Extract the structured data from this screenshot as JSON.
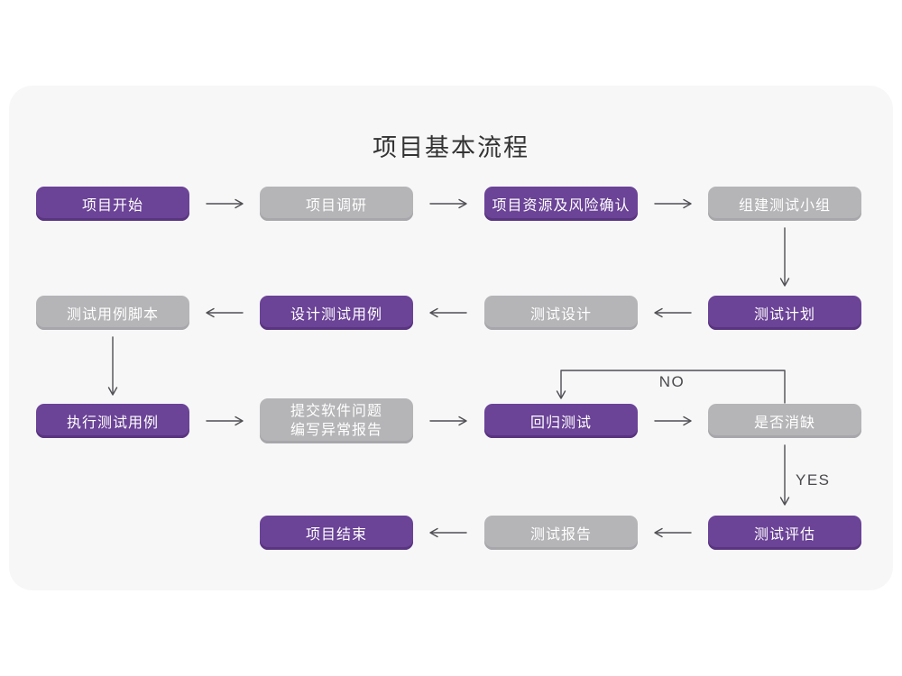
{
  "title": "项目基本流程",
  "decision_labels": {
    "no": "NO",
    "yes": "YES"
  },
  "colors": {
    "accent_purple": "#6B4397",
    "accent_purple_edge": "#59347F",
    "node_gray": "#B5B4B7",
    "node_gray_edge": "#A7A6AA",
    "card_bg": "#F7F7F8",
    "arrow": "#4F4F54",
    "title_text": "#333333",
    "node_text": "#FFFFFF"
  },
  "nodes": [
    {
      "label": "项目开始",
      "type": "purple"
    },
    {
      "label": "项目调研",
      "type": "gray"
    },
    {
      "label": "项目资源及风险确认",
      "type": "purple"
    },
    {
      "label": "组建测试小组",
      "type": "gray"
    },
    {
      "label": "测试用例脚本",
      "type": "gray"
    },
    {
      "label": "设计测试用例",
      "type": "purple"
    },
    {
      "label": "测试设计",
      "type": "gray"
    },
    {
      "label": "测试计划",
      "type": "purple"
    },
    {
      "label": "执行测试用例",
      "type": "purple"
    },
    {
      "label": "提交软件问题\n编写异常报告",
      "type": "gray"
    },
    {
      "label": "回归测试",
      "type": "purple"
    },
    {
      "label": "是否消缺",
      "type": "gray"
    },
    {
      "label": "项目结束",
      "type": "purple"
    },
    {
      "label": "测试报告",
      "type": "gray"
    },
    {
      "label": "测试评估",
      "type": "purple"
    }
  ]
}
